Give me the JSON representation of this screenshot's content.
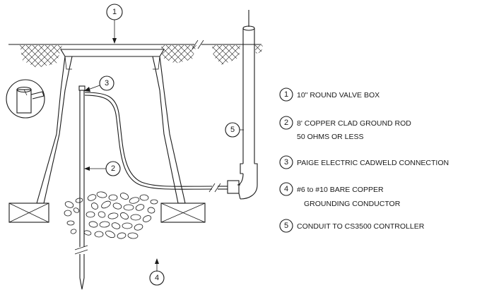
{
  "legend": [
    {
      "num": "1",
      "lines": [
        "10\" ROUND VALVE BOX"
      ]
    },
    {
      "num": "2",
      "lines": [
        "8' COPPER CLAD GROUND ROD",
        "50 OHMS OR LESS"
      ]
    },
    {
      "num": "3",
      "lines": [
        "PAIGE ELECTRIC CADWELD CONNECTION"
      ]
    },
    {
      "num": "4",
      "lines": [
        "#6 to #10 BARE COPPER",
        "GROUNDING CONDUCTOR"
      ]
    },
    {
      "num": "5",
      "lines": [
        "CONDUIT TO CS3500 CONTROLLER"
      ]
    }
  ],
  "callouts": {
    "c1": "1",
    "c2": "2",
    "c3": "3",
    "c4": "4",
    "c5": "5"
  },
  "colors": {
    "ink": "#1a1a1a",
    "background": "#ffffff"
  }
}
